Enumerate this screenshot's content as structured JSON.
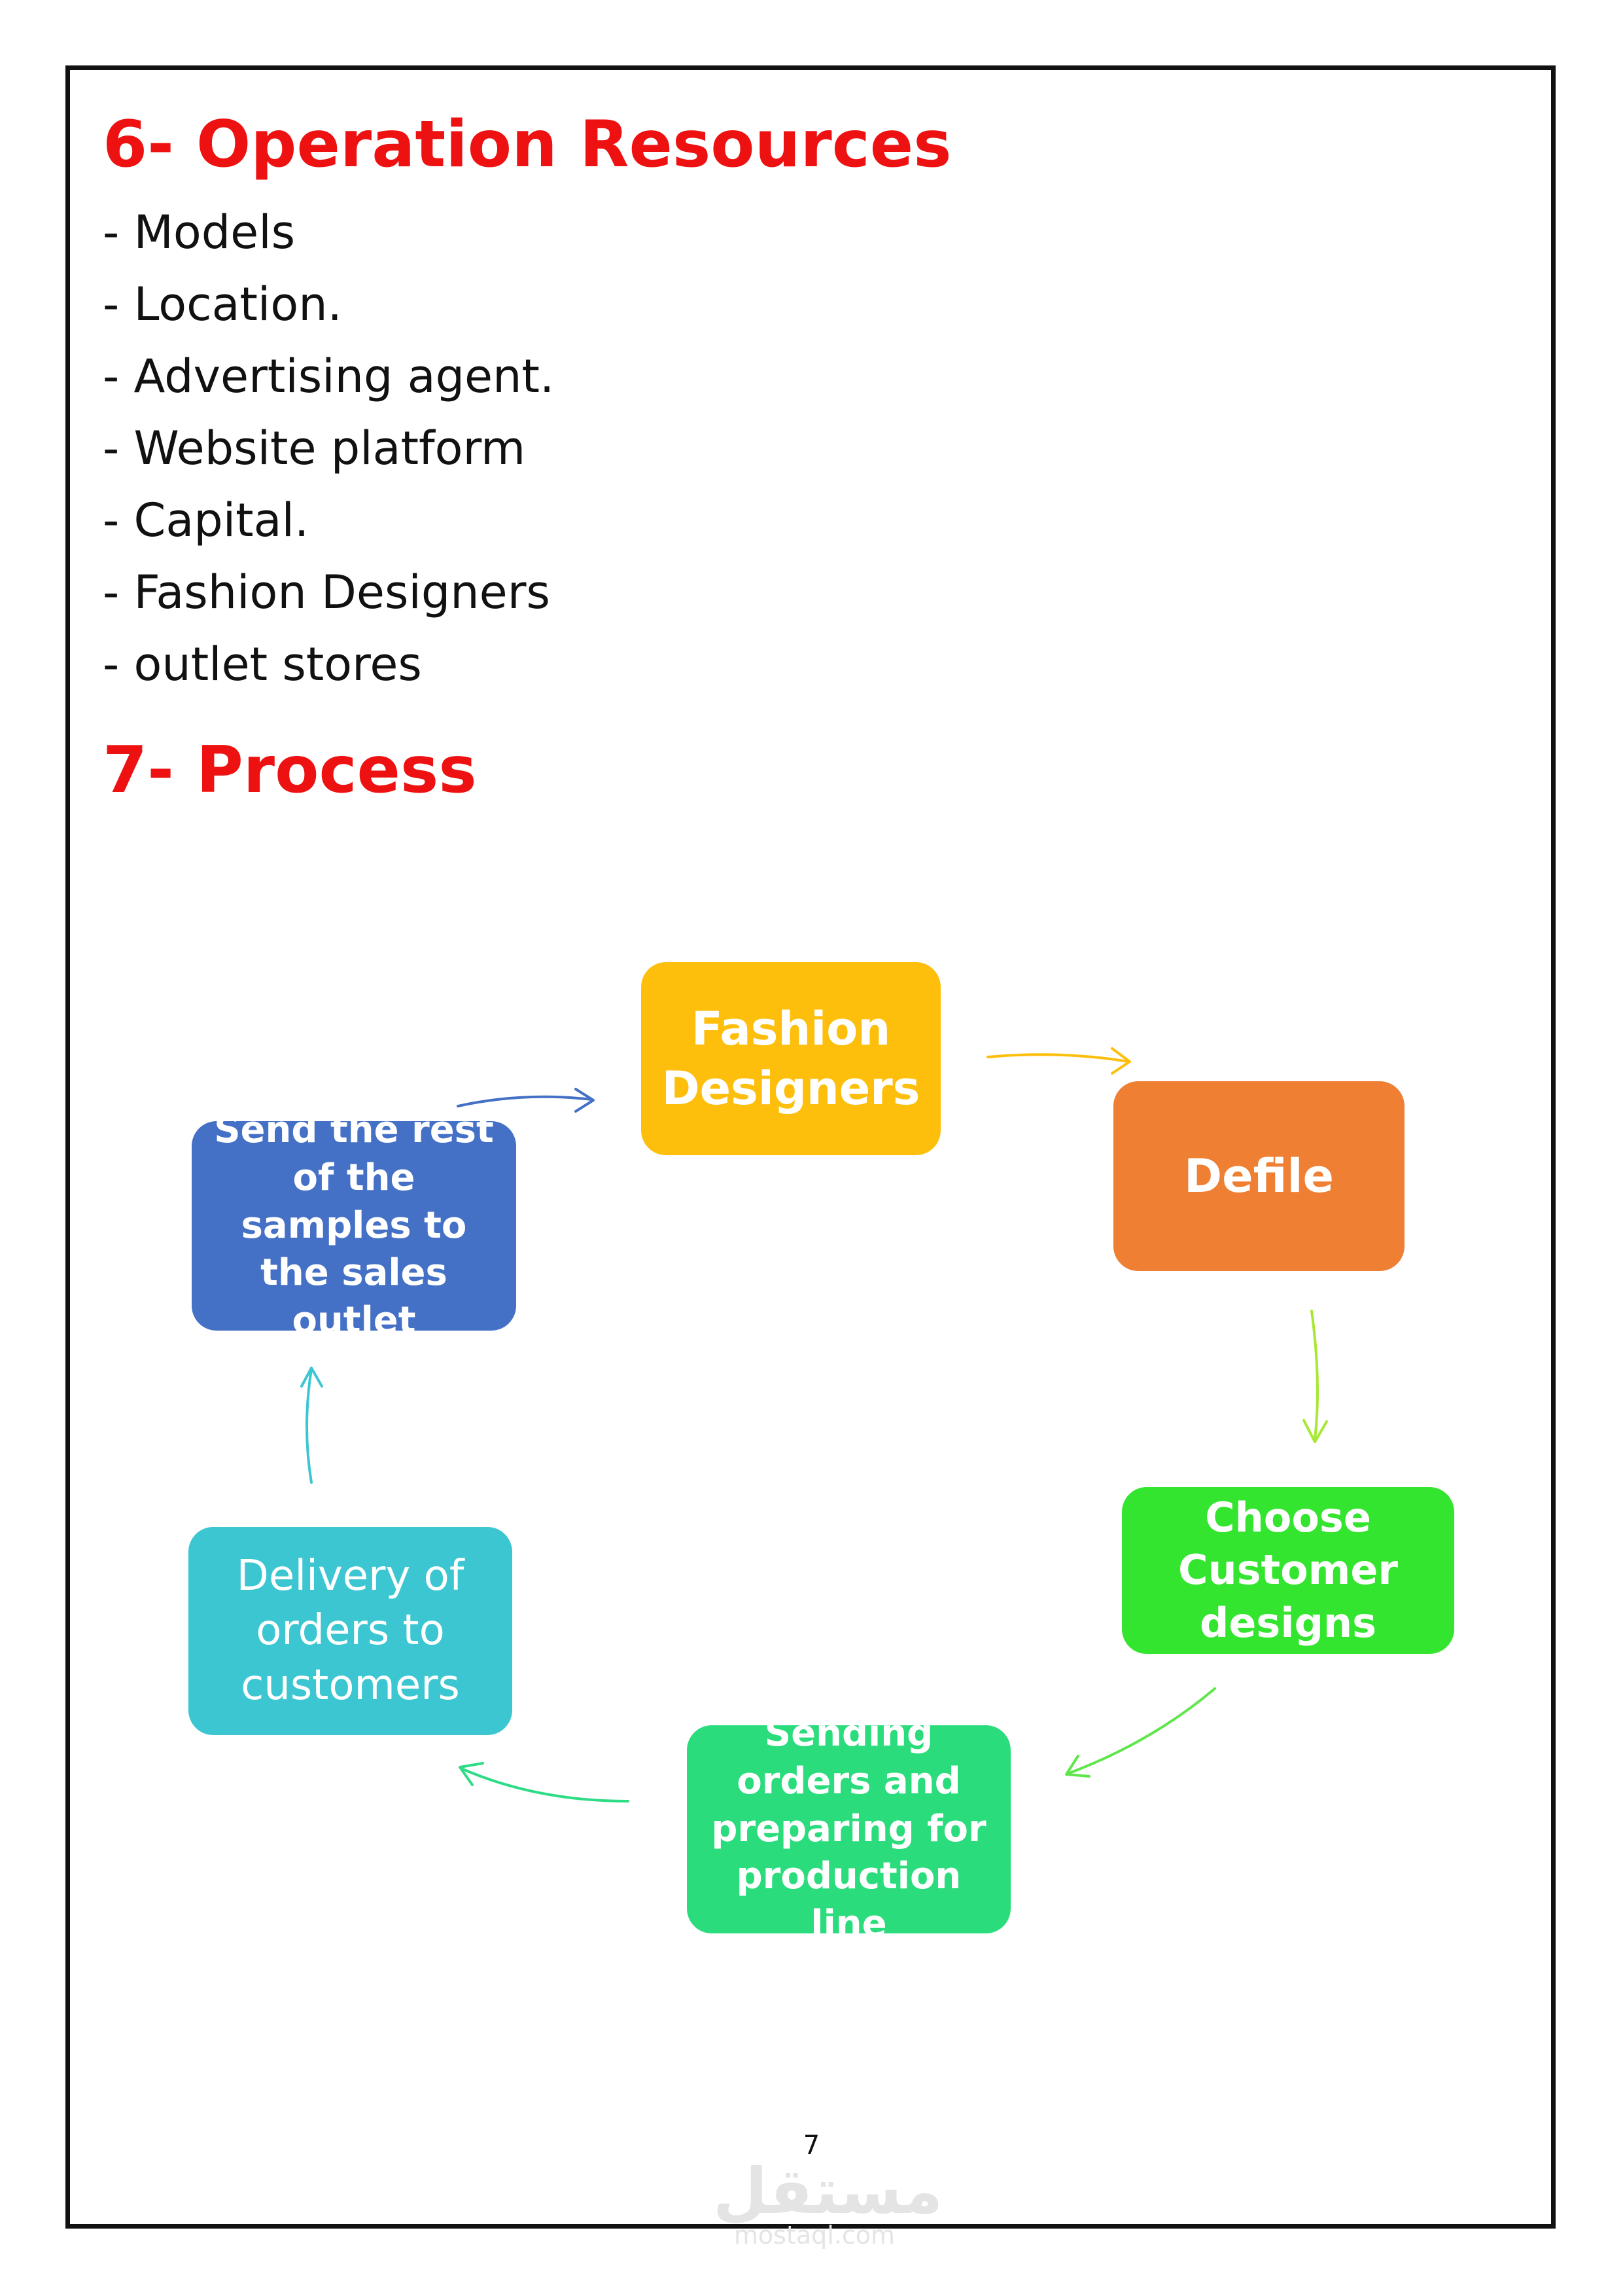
{
  "section6": {
    "title": "6- Operation Resources",
    "items": [
      "- Models",
      "- Location.",
      "- Advertising agent.",
      "- Website platform",
      "- Capital.",
      "- Fashion Designers",
      "- outlet stores"
    ]
  },
  "section7": {
    "title": "7- Process"
  },
  "heading_color": "#ee1111",
  "process_cycle": {
    "nodes": [
      {
        "id": "fashion",
        "label": "Fashion Designers",
        "color": "#fdbf0c"
      },
      {
        "id": "defile",
        "label": "Defile",
        "color": "#ee7f33"
      },
      {
        "id": "choose",
        "label": "Choose Customer designs",
        "color": "#33e52e"
      },
      {
        "id": "sending",
        "label": "Sending orders and preparing for production line",
        "color": "#2bdc7c"
      },
      {
        "id": "delivery",
        "label": "Delivery of orders to customers",
        "color": "#3cc6d1"
      },
      {
        "id": "send",
        "label": "Send the rest of the samples to the sales outlet",
        "color": "#4471c6"
      }
    ],
    "arrow_colors": [
      "#fdbf0c",
      "#a7e835",
      "#5fe64a",
      "#2fdc86",
      "#3cc6d1",
      "#4471c6"
    ]
  },
  "footer": {
    "page_number": "7",
    "watermark_arabic": "مستقل",
    "watermark_latin": "mostaql.com"
  }
}
